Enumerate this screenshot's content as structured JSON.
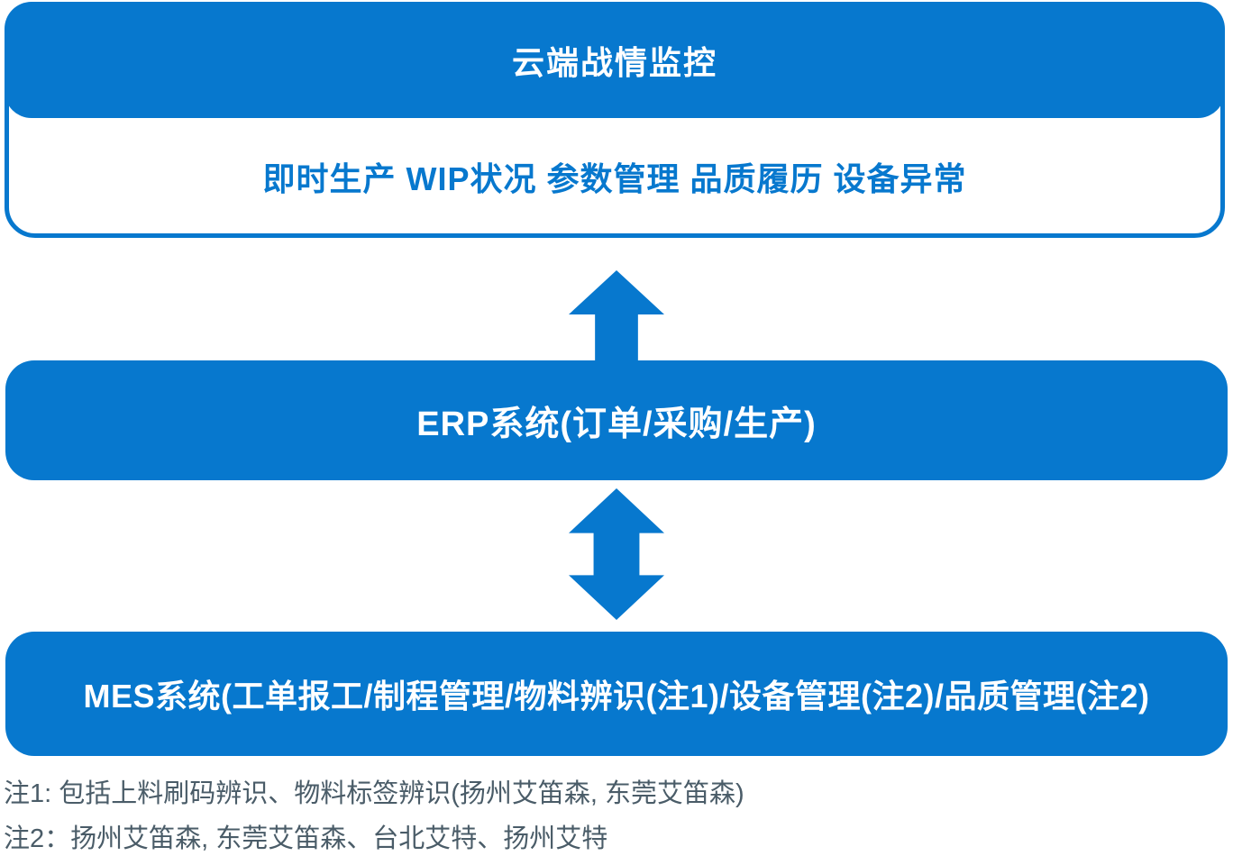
{
  "cloud_section": {
    "title": "云端战情监控",
    "features": "即时生产 WIP状况 参数管理 品质履历 设备异常"
  },
  "erp_box": {
    "label": "ERP系统(订单/采购/生产)"
  },
  "mes_box": {
    "label": "MES系统(工单报工/制程管理/物料辨识(注1)/设备管理(注2)/品质管理(注2)"
  },
  "notes": [
    "注1: 包括上料刷码辨识、物料标签辨识(扬州艾笛森, 东莞艾笛森)",
    "注2：扬州艾笛森, 东莞艾笛森、台北艾特、扬州艾特"
  ],
  "icons": {
    "arrow_up": "up-arrow",
    "arrow_double": "up-down-arrow"
  },
  "colors": {
    "primary_blue": "#0778CE",
    "box_text": "#FFFFFF",
    "note_text": "#4A5C68",
    "background": "#FFFFFF"
  }
}
